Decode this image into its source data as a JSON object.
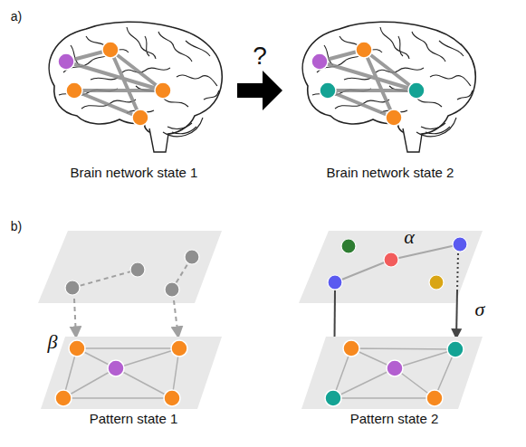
{
  "diagram": {
    "nodes": [
      {
        "text": [
          "Brain network state 1"
        ]
      },
      {
        "text": [
          "Brain network state 2"
        ]
      },
      {
        "text": [
          "Pattern state 1"
        ]
      },
      {
        "text": [
          "Pattern state 2"
        ]
      }
    ],
    "edges": [
      {
        "from": 0,
        "to": 1,
        "arrow": "to",
        "label": "?"
      }
    ],
    "labels": [
      "a)",
      "b)",
      "β",
      "α",
      "σ"
    ]
  }
}
